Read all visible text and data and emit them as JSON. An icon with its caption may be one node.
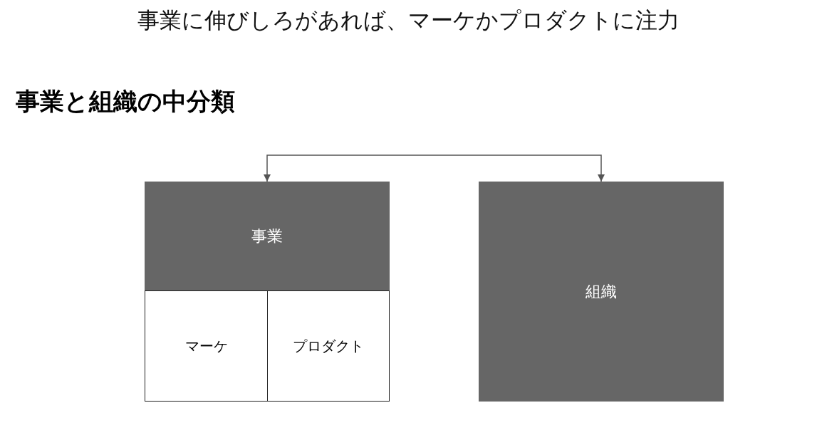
{
  "diagram": {
    "title": "事業と組織の中分類",
    "nodes": [
      {
        "text": [
          "事業"
        ]
      },
      {
        "text": [
          "マーケ"
        ]
      },
      {
        "text": [
          "プロダクト"
        ]
      },
      {
        "text": [
          "組織"
        ]
      }
    ],
    "edges": [
      {
        "from": 0,
        "to": 3,
        "arrow": "both"
      }
    ],
    "labels": [
      "事業に伸びしろがあれば、マーケかプロダクトに注力"
    ]
  }
}
